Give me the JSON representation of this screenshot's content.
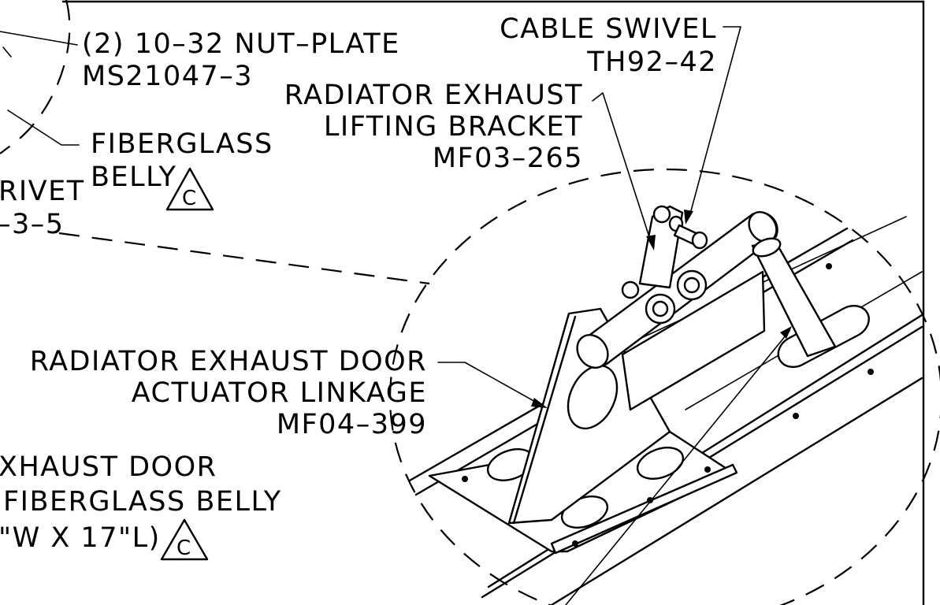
{
  "callouts": {
    "nut_plate": {
      "line1": "(2) 10–32 NUT–PLATE",
      "line2": "MS21047–3"
    },
    "fiberglass_belly": {
      "line1": "FIBERGLASS",
      "line2": "BELLY",
      "revision": "C"
    },
    "rivet": {
      "line1": "RIVET",
      "line2": "–3–5"
    },
    "cable_swivel": {
      "line1": "CABLE SWIVEL",
      "line2": "TH92–42"
    },
    "lifting_bracket": {
      "line1": "RADIATOR EXHAUST",
      "line2": "LIFTING BRACKET",
      "line3": "MF03–265"
    },
    "actuator_linkage": {
      "line1": "RADIATOR EXHAUST DOOR",
      "line2": "ACTUATOR LINKAGE",
      "line3": "MF04–399"
    },
    "exhaust_door": {
      "line1": "XHAUST DOOR",
      "line2": "FIBERGLASS BELLY",
      "line3": "\"W X 17\"L)",
      "revision": "C"
    }
  }
}
